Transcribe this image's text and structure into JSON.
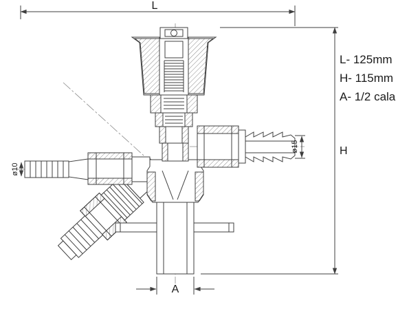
{
  "drawing": {
    "title": "valve-technical-drawing",
    "dimensions": {
      "length_label": "L",
      "height_label": "H",
      "outlet_label": "A",
      "left_nozzle_diameter": "ø10",
      "right_nozzle_diameter": "ø15"
    },
    "specs": {
      "length": "L- 125mm",
      "height": "H- 115mm",
      "thread": "A- 1/2 cala"
    },
    "colors": {
      "line": "#3f3f3f",
      "hatch": "#8a8a8a",
      "centerline": "#8a8a8a",
      "background": "#ffffff"
    }
  }
}
